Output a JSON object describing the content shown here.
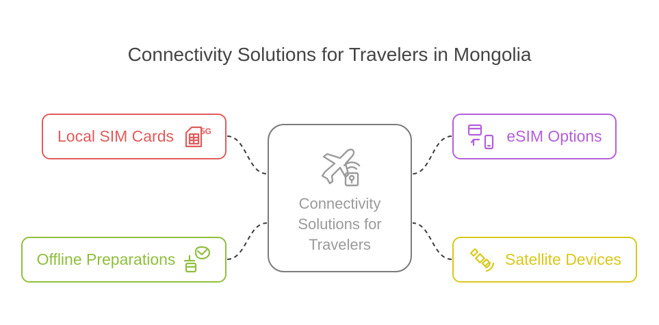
{
  "title": "Connectivity Solutions for Travelers in Mongolia",
  "center": {
    "lines": [
      "Connectivity",
      "Solutions for",
      "Travelers"
    ],
    "icon": "plane-wifi-lock-icon"
  },
  "nodes": {
    "local_sim": {
      "label": "Local SIM Cards",
      "icon": "sim-card-5g-icon",
      "badge": "5G",
      "color": "#e05a5a"
    },
    "esim": {
      "label": "eSIM Options",
      "icon": "card-to-phone-icon",
      "color": "#b35fd8"
    },
    "offline": {
      "label": "Offline Preparations",
      "icon": "download-map-icon",
      "color": "#8fbe3c"
    },
    "satellite": {
      "label": "Satellite Devices",
      "icon": "satellite-icon",
      "color": "#d8c81a"
    }
  }
}
